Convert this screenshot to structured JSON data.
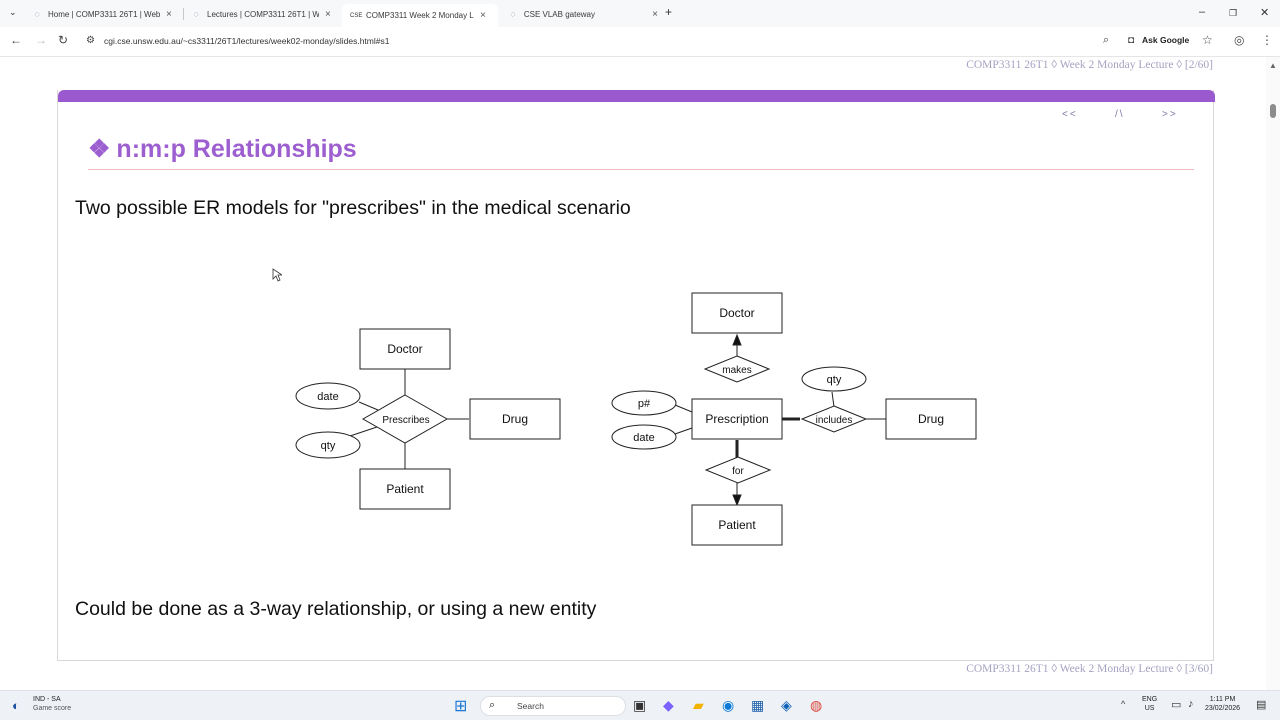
{
  "browser": {
    "tabs": [
      {
        "title": "Home | COMP3311 26T1 | Web",
        "icon": "globe-icon",
        "active": false
      },
      {
        "title": "Lectures | COMP3311 26T1 | We",
        "icon": "globe-icon",
        "active": false
      },
      {
        "title": "COMP3311 Week 2 Monday Le",
        "icon": "cse-icon",
        "active": true
      },
      {
        "title": "CSE VLAB gateway",
        "icon": "globe-icon",
        "active": false
      }
    ],
    "url": "cgi.cse.unsw.edu.au/~cs3311/26T1/lectures/week02-monday/slides.html#s1",
    "ask_google": "Ask Google"
  },
  "page": {
    "header_footer": "COMP3311 26T1 ◊ Week 2 Monday Lecture ◊ [2/60]",
    "bottom_footer": "COMP3311 26T1 ◊ Week 2 Monday Lecture ◊ [3/60]",
    "slide": {
      "nav": {
        "prev": "<<",
        "up": "/\\",
        "next": ">>"
      },
      "title_marker": "❖",
      "title": "n:m:p Relationships",
      "intro": "Two possible ER models for \"prescribes\" in the medical scenario",
      "conclusion": "Could be done as a 3-way relationship, or using a new entity",
      "diagram_left": {
        "entities": {
          "doctor": "Doctor",
          "drug": "Drug",
          "patient": "Patient"
        },
        "relationship": "Prescribes",
        "attributes": {
          "date": "date",
          "qty": "qty"
        }
      },
      "diagram_right": {
        "entities": {
          "doctor": "Doctor",
          "prescription": "Prescription",
          "drug": "Drug",
          "patient": "Patient"
        },
        "relationships": {
          "makes": "makes",
          "includes": "includes",
          "for": "for"
        },
        "attributes": {
          "pnum": "p#",
          "date": "date",
          "qty": "qty"
        }
      }
    }
  },
  "taskbar": {
    "weather_line1": "IND - SA",
    "weather_line2": "Game score",
    "search_placeholder": "Search",
    "lang_line1": "ENG",
    "lang_line2": "US",
    "time": "1:11 PM",
    "date": "23/02/2026"
  }
}
